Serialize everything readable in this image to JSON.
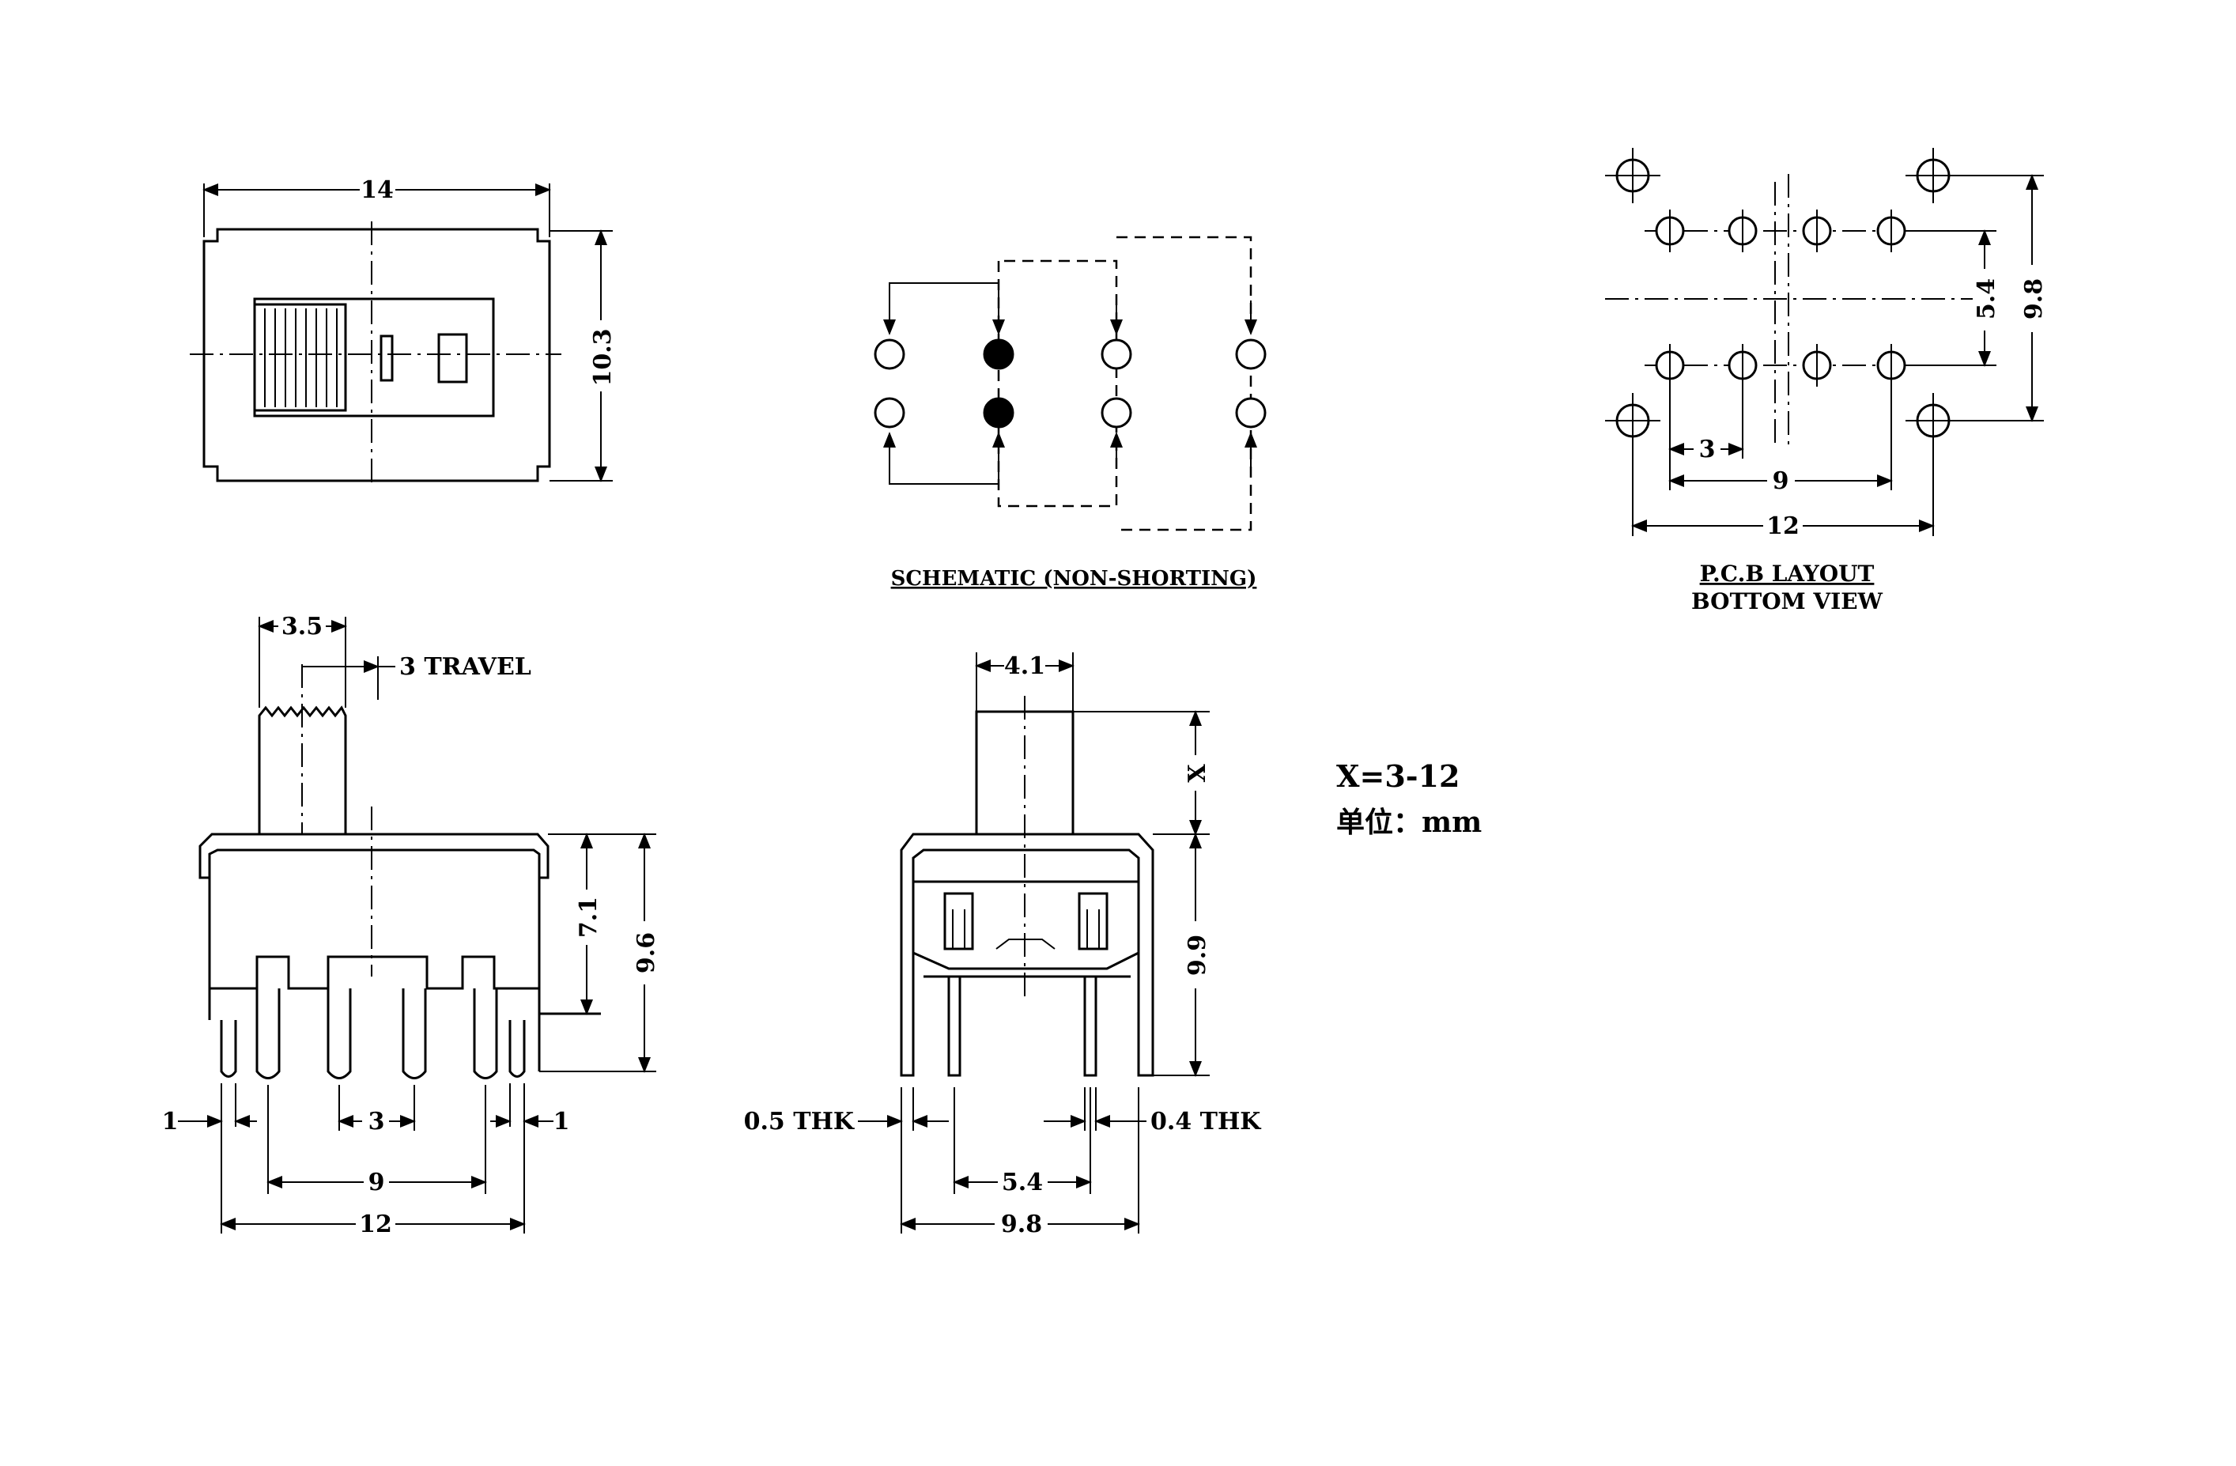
{
  "top_view": {
    "width_dim": "14",
    "height_dim": "10.3"
  },
  "schematic": {
    "caption": "SCHEMATIC (NON-SHORTING)"
  },
  "pcb_layout": {
    "pin_pitch_dim": "5.4",
    "overall_height_dim": "9.8",
    "pitch_dim": "3",
    "pin_span_dim": "9",
    "mount_span_dim": "12",
    "caption_line1": "P.C.B LAYOUT",
    "caption_line2": "BOTTOM VIEW"
  },
  "side_view": {
    "actuator_width_dim": "3.5",
    "travel_label": "3 TRAVEL",
    "body_height_dim": "7.1",
    "total_height_dim": "9.6",
    "left_pin_dim": "1",
    "right_pin_dim": "1",
    "pitch_dim": "3",
    "pin_span_dim": "9",
    "overall_dim": "12"
  },
  "front_view": {
    "actuator_width_dim": "4.1",
    "actuator_height_dim": "X",
    "body_height_dim": "9.9",
    "left_thickness_label": "0.5 THK",
    "right_thickness_label": "0.4 THK",
    "pin_spacing_dim": "5.4",
    "overall_dim": "9.8"
  },
  "notes": {
    "x_range": "X=3-12",
    "unit_label": "单位：mm"
  }
}
